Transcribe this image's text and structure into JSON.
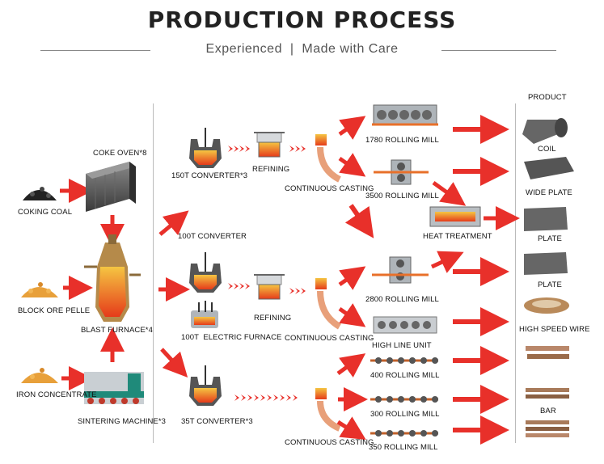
{
  "header": {
    "title": "PRODUCTION PROCESS",
    "subtitle": "Experienced  |  Made with Care"
  },
  "colors": {
    "arrow": "#e8302a",
    "furnace": "#e85c1a",
    "machine": "#555555"
  },
  "labels": {
    "coking_coal": "COKING COAL",
    "coke_oven": "COKE OVEN*8",
    "block_ore": "BLOCK ORE PELLE",
    "blast_furnace": "BLAST FURNACE*4",
    "iron_concentrate": "IRON CONCENTRATE",
    "sintering": "SINTERING MACHINE*3",
    "conv150": "150T CONVERTER*3",
    "refining1": "REFINING",
    "cc1": "CONTINUOUS CASTING",
    "conv100": "100T CONVERTER",
    "refining2": "REFINING",
    "cc2": "CONTINUOUS CASTING",
    "eaf100": "100T  ELECTRIC FURNACE",
    "conv35": "35T CONVERTER*3",
    "cc3": "CONTINUOUS CASTING",
    "mill1780": "1780 ROLLING MILL",
    "mill3500": "3500 ROLLING MILL",
    "heat": "HEAT TREATMENT",
    "mill2800": "2800 ROLLING MILL",
    "highline": "HIGH LINE UNIT",
    "mill400": "400 ROLLING MILL",
    "mill300": "300 ROLLING MILL",
    "mill350": "350 ROLLING MILL",
    "product": "PRODUCT",
    "coil": "COIL",
    "wide_plate": "WIDE PLATE",
    "plate1": "PLATE",
    "plate2": "PLATE",
    "hsw": "HIGH SPEED WIRE",
    "bar": "BAR"
  }
}
